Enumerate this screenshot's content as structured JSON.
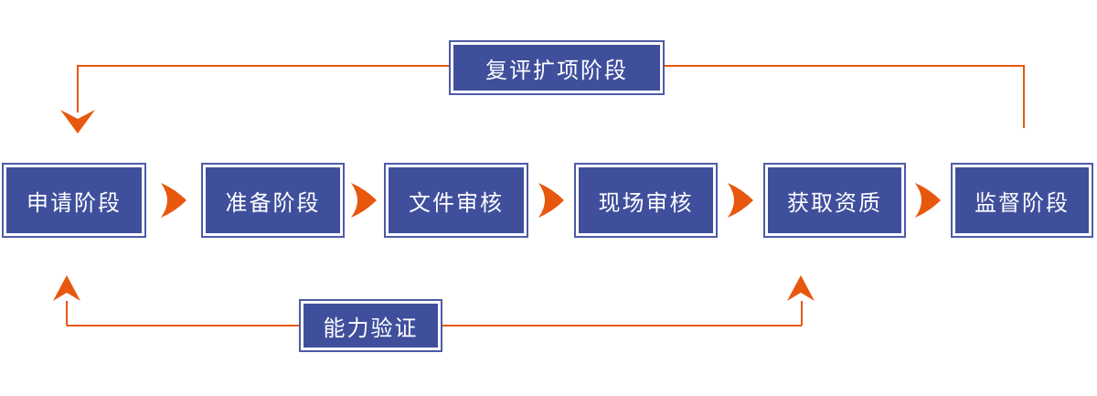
{
  "diagram": {
    "steps": [
      {
        "label": "申请阶段"
      },
      {
        "label": "准备阶段"
      },
      {
        "label": "文件审核"
      },
      {
        "label": "现场审核"
      },
      {
        "label": "获取资质"
      },
      {
        "label": "监督阶段"
      }
    ],
    "top_branch": {
      "label": "复评扩项阶段"
    },
    "bottom_branch": {
      "label": "能力验证"
    },
    "icons": {
      "flow_arrow": "chevron-right",
      "top_loop_end": "arrowhead-down",
      "bottom_loop_ends": "arrowhead-up"
    },
    "colors": {
      "box_fill": "#3f4f9c",
      "box_border": "#4d5ba8",
      "box_gap": "#ffffff",
      "text_color": "#ffffff",
      "connector": "#e8570e"
    }
  }
}
